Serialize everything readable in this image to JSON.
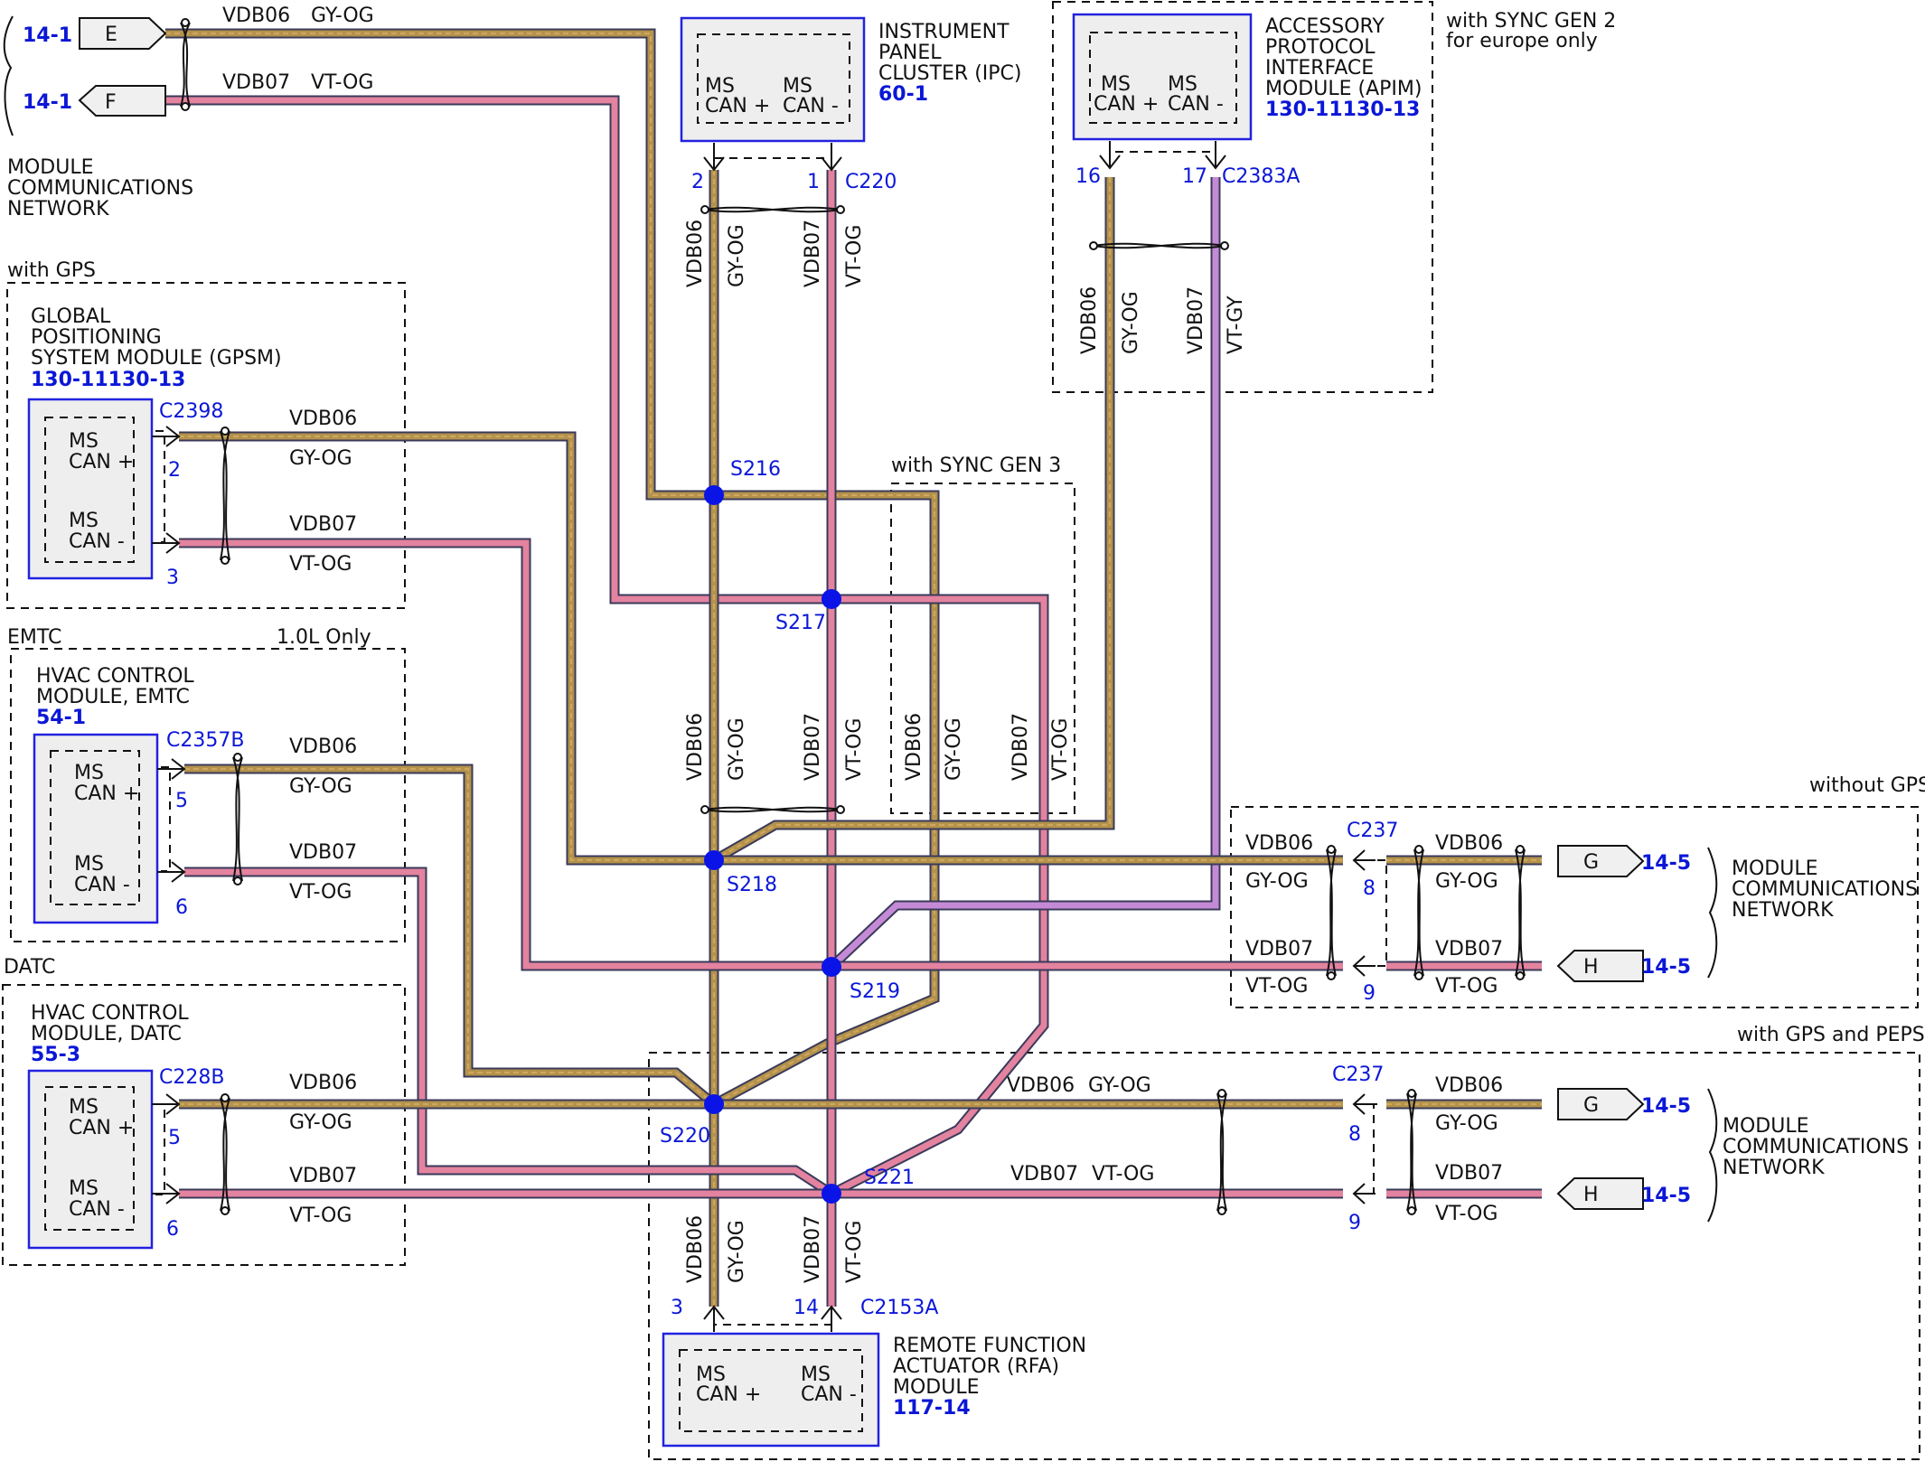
{
  "colors": {
    "gy_og_core": "#b4924c",
    "gy_og_stripe": "#cfa85e",
    "vt_og_core": "#e3839f",
    "vt_gy_core": "#c58ad6",
    "wire_outline": "#3a3a5a",
    "label_blue": "#0b17d6",
    "splice_dot": "#0a14e6",
    "module_border": "#2222e0",
    "module_fill": "#eeeeee"
  },
  "wire_labels": {
    "vdb06": "VDB06",
    "vdb07": "VDB07",
    "gy_og": "GY-OG",
    "vt_og": "VT-OG",
    "vt_gy": "VT-GY"
  },
  "pins": {
    "ms_can_plus_1": "MS",
    "ms_can_plus_2": "CAN +",
    "ms_can_minus_1": "MS",
    "ms_can_minus_2": "CAN -",
    "ms_can_minus_2b": "CAN  -"
  },
  "network": {
    "title_l1": "MODULE",
    "title_l2": "COMMUNICATIONS",
    "title_l3": "NETWORK",
    "page_left": "14-1",
    "page_right": "14-5",
    "conn_e": "E",
    "conn_f": "F",
    "conn_g": "G",
    "conn_h": "H"
  },
  "ipc": {
    "name_l1": "INSTRUMENT",
    "name_l2": "PANEL",
    "name_l3": "CLUSTER (IPC)",
    "ref": "60-1",
    "connector": "C220",
    "pin_a": "2",
    "pin_b": "1"
  },
  "apim": {
    "note_l1": "with SYNC GEN 2",
    "note_l2": "for europe only",
    "name_l1": "ACCESSORY",
    "name_l2": "PROTOCOL",
    "name_l3": "INTERFACE",
    "name_l4": "MODULE (APIM)",
    "ref": "130-11130-13",
    "connector": "C2383A",
    "pin_a": "16",
    "pin_b": "17"
  },
  "gpsm": {
    "note": "with GPS",
    "name_l1": "GLOBAL",
    "name_l2": "POSITIONING",
    "name_l3": "SYSTEM MODULE (GPSM)",
    "ref": "130-11130-13",
    "connector": "C2398",
    "pin_a": "2",
    "pin_b": "3"
  },
  "emtc": {
    "note": "EMTC",
    "note_right": "1.0L Only",
    "name_l1": "HVAC CONTROL",
    "name_l2": "MODULE, EMTC",
    "ref": "54-1",
    "connector": "C2357B",
    "pin_a": "5",
    "pin_b": "6"
  },
  "datc": {
    "note": "DATC",
    "name_l1": "HVAC CONTROL",
    "name_l2": "MODULE, DATC",
    "ref": "55-3",
    "connector": "C228B",
    "pin_a": "5",
    "pin_b": "6"
  },
  "rfa": {
    "name_l1": "REMOTE FUNCTION",
    "name_l2": "ACTUATOR (RFA)",
    "name_l3": "MODULE",
    "ref": "117-14",
    "connector": "C2153A",
    "pin_a": "3",
    "pin_b": "14"
  },
  "sync_gen3": {
    "note": "with SYNC GEN 3"
  },
  "without_gps": {
    "note": "without GPS",
    "connector": "C237",
    "pin_a": "8",
    "pin_b": "9"
  },
  "with_gps_peps": {
    "note": "with GPS and PEPS",
    "connector": "C237",
    "pin_a": "8",
    "pin_b": "9"
  },
  "splices": {
    "s216": "S216",
    "s217": "S217",
    "s218": "S218",
    "s219": "S219",
    "s220": "S220",
    "s221": "S221"
  }
}
